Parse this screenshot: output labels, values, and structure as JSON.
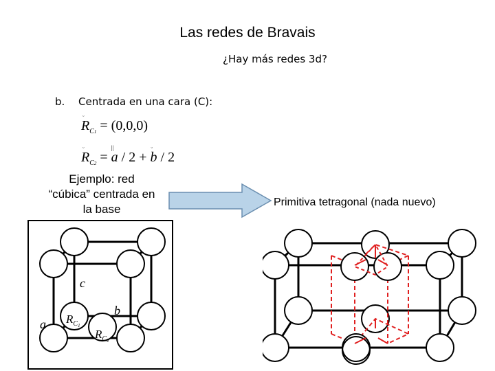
{
  "title": "Las redes de Bravais",
  "subtitle": "¿Hay más redes 3d?",
  "item_b": {
    "label": "b.",
    "text": "Centrada en una cara (C):"
  },
  "equations": {
    "eq1": {
      "lhs": "R",
      "sub": "C",
      "subsub": "1",
      "rhs": "= (0,0,0)"
    },
    "eq2": {
      "lhs": "R",
      "sub": "C",
      "subsub": "2",
      "eq": "=",
      "a": "a",
      "mid": " / 2 + ",
      "b": "b",
      "end": " / 2"
    }
  },
  "example": {
    "line1": "Ejemplo: red",
    "line2": "“cúbica” centrada en",
    "line3": "la base"
  },
  "result": "Primitiva tetragonal (nada nuevo)",
  "left_figure": {
    "labels": {
      "c": "c",
      "b": "b",
      "a": "a",
      "r1": "R",
      "r1_sub": "C",
      "r1_subsub": "1",
      "r2": "R",
      "r2_sub": "C",
      "r2_subsub": "2"
    }
  },
  "colors": {
    "arrow_fill": "#b9d3e8",
    "arrow_stroke": "#6a8eaf",
    "dashed": "#e02020",
    "atom_fill": "#ffffff"
  }
}
